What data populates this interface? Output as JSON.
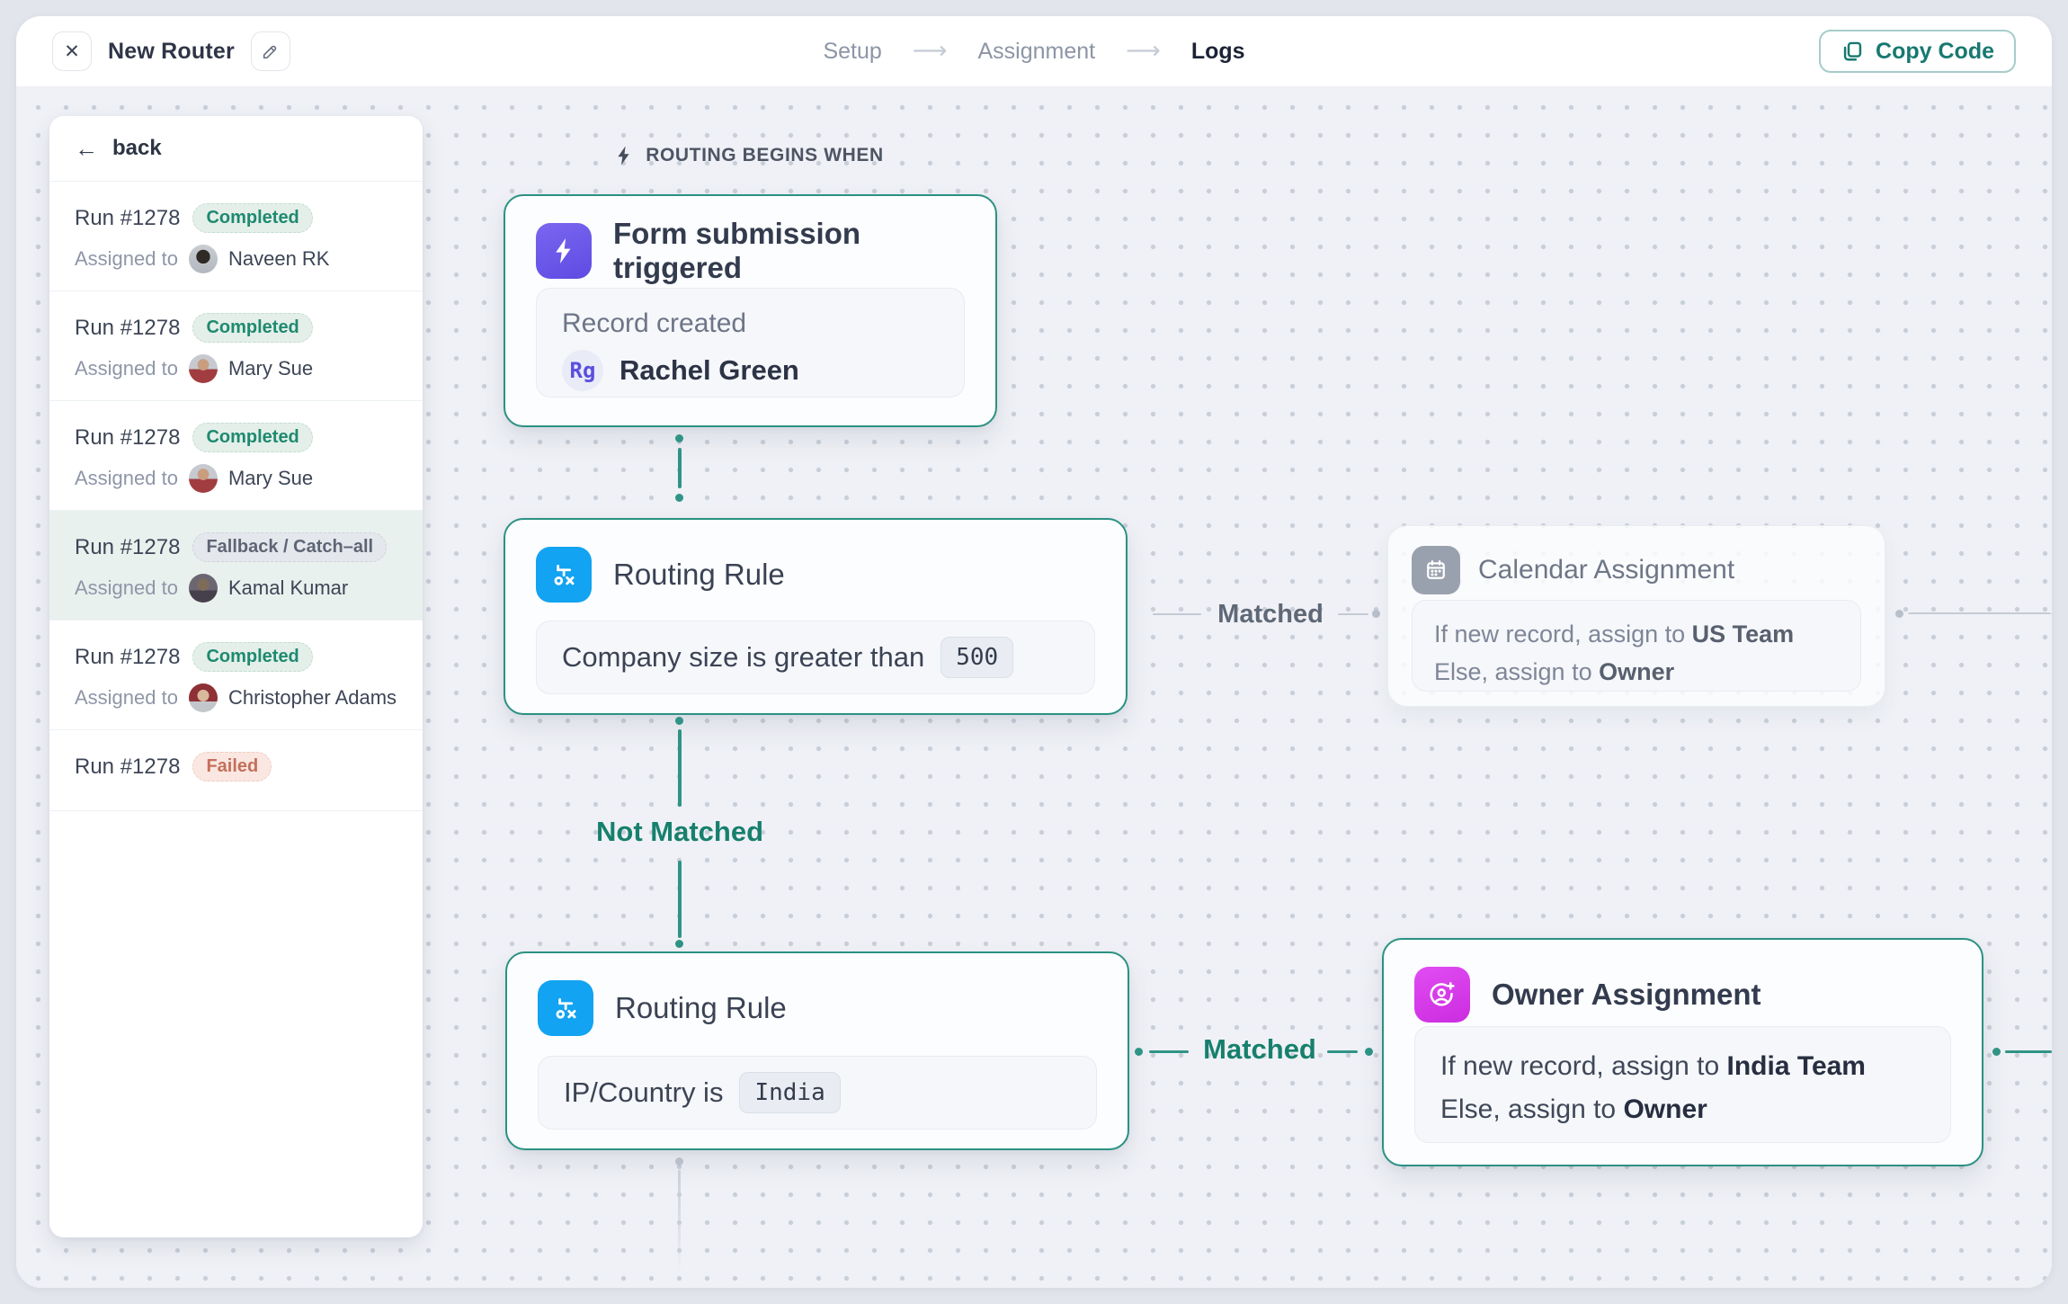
{
  "glyphs": {
    "close": "✕",
    "back": "←",
    "step_arrow": "⟶"
  },
  "header": {
    "title": "New Router",
    "steps": [
      {
        "label": "Setup"
      },
      {
        "label": "Assignment"
      },
      {
        "label": "Logs"
      }
    ],
    "copy_code_label": "Copy Code"
  },
  "sidebar": {
    "back_label": "back",
    "assigned_prefix": "Assigned to",
    "runs": [
      {
        "title": "Run #1278",
        "status": "Completed",
        "assignee": "Naveen RK"
      },
      {
        "title": "Run #1278",
        "status": "Completed",
        "assignee": "Mary Sue"
      },
      {
        "title": "Run #1278",
        "status": "Completed",
        "assignee": "Mary Sue"
      },
      {
        "title": "Run #1278",
        "status": "Fallback / Catch–all",
        "assignee": "Kamal Kumar"
      },
      {
        "title": "Run #1278",
        "status": "Completed",
        "assignee": "Christopher Adams"
      },
      {
        "title": "Run #1278",
        "status": "Failed"
      }
    ]
  },
  "canvas": {
    "begins_label": "ROUTING BEGINS WHEN",
    "trigger": {
      "title": "Form submission triggered",
      "record_label": "Record created",
      "avatar_initials": "Rg",
      "record_name": "Rachel Green"
    },
    "rule1": {
      "title": "Routing Rule",
      "condition": "Company size is greater than",
      "value": "500"
    },
    "rule2": {
      "title": "Routing Rule",
      "condition": "IP/Country is",
      "value": "India"
    },
    "calendar": {
      "title": "Calendar Assignment",
      "line1_prefix": "If new record, assign to",
      "line1_value": "US Team",
      "line2_prefix": "Else, assign to",
      "line2_value": "Owner"
    },
    "owner": {
      "title": "Owner Assignment",
      "line1_prefix": "If new record, assign to",
      "line1_value": "India Team",
      "line2_prefix": "Else, assign to",
      "line2_value": "Owner"
    },
    "matched1_label": "Matched",
    "not_matched_label": "Not Matched",
    "matched2_label": "Matched"
  },
  "colors": {
    "accent_teal": "#2b9183",
    "teal_text": "#17806d",
    "trigger_purple": "#6a56e8",
    "rule_blue": "#12a3f2",
    "owner_magenta": "#d838ea",
    "calendar_gray": "#9aa1ae",
    "completed_green": "#1e8a6f",
    "failed_red": "#c3705b",
    "fallback_gray": "#5d6575",
    "canvas_bg": "#eff1f6"
  }
}
